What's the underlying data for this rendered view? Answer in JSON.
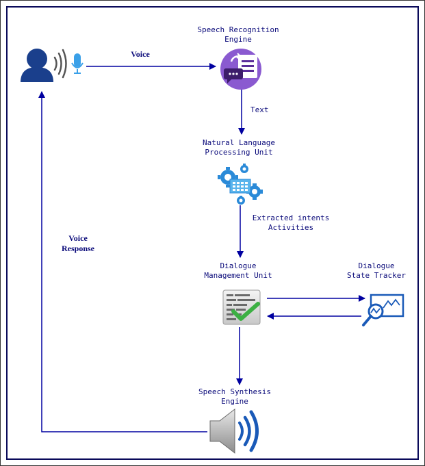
{
  "nodes": {
    "user": {
      "icon": "user-with-voice-and-microphone-icon"
    },
    "speech_recognition": {
      "label_line1": "Speech Recognition",
      "label_line2": "Engine",
      "icon": "speech-recognition-icon"
    },
    "nlp": {
      "label_line1": "Natural Language",
      "label_line2": "Processing Unit",
      "icon": "gears-icon"
    },
    "dialogue_management": {
      "label_line1": "Dialogue",
      "label_line2": "Management Unit",
      "icon": "checklist-icon"
    },
    "state_tracker": {
      "label_line1": "Dialogue",
      "label_line2": "State Tracker",
      "icon": "analytics-icon"
    },
    "speech_synthesis": {
      "label_line1": "Speech Synthesis",
      "label_line2": "Engine",
      "icon": "speaker-icon"
    }
  },
  "edges": {
    "voice": "Voice",
    "text": "Text",
    "intents_line1": "Extracted intents",
    "intents_line2": "Activities",
    "voice_response_line1": "Voice",
    "voice_response_line2": "Response"
  },
  "colors": {
    "line": "#0000a0",
    "border": "#0a0a5a",
    "purple": "#8a5ad0",
    "blue": "#1a5ab8",
    "green": "#3cb043"
  }
}
